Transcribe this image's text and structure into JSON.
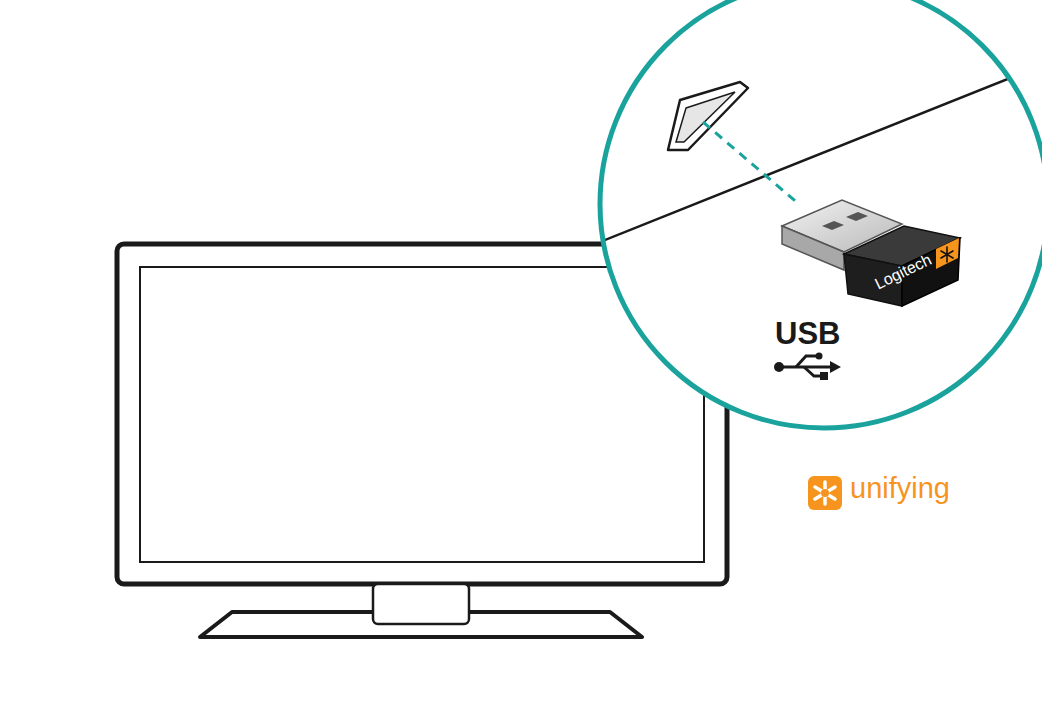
{
  "diagram": {
    "labels": [
      "Logitech",
      "USB",
      "unifying"
    ]
  }
}
